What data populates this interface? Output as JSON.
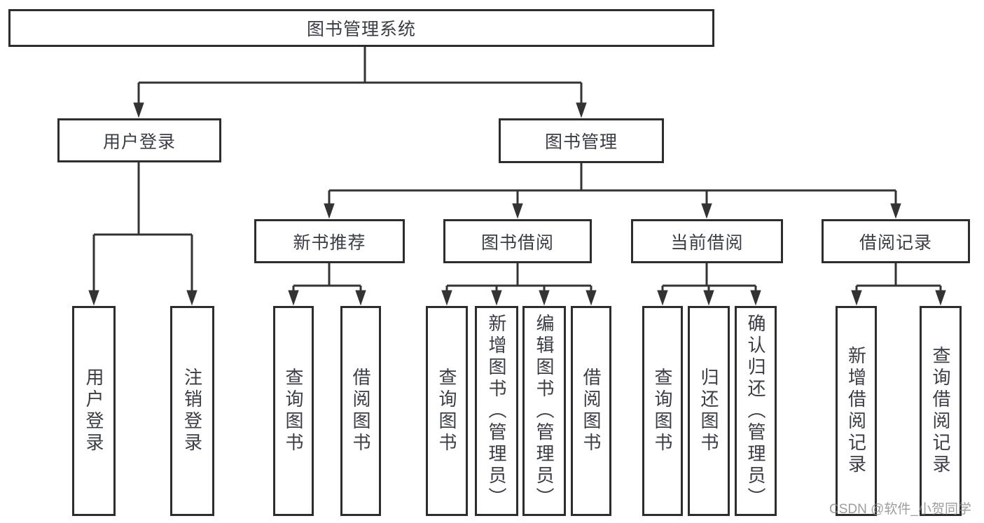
{
  "diagram": {
    "root": {
      "label": "图书管理系统"
    },
    "branches": [
      {
        "label": "用户登录",
        "children": [
          {
            "label": "用户登录"
          },
          {
            "label": "注销登录"
          }
        ]
      },
      {
        "label": "图书管理",
        "children": [
          {
            "label": "新书推荐",
            "children": [
              {
                "label": "查询图书"
              },
              {
                "label": "借阅图书"
              }
            ]
          },
          {
            "label": "图书借阅",
            "children": [
              {
                "label": "查询图书"
              },
              {
                "label": "新增图书（管理员）"
              },
              {
                "label": "编辑图书（管理员）"
              },
              {
                "label": "借阅图书"
              }
            ]
          },
          {
            "label": "当前借阅",
            "children": [
              {
                "label": "查询图书"
              },
              {
                "label": "归还图书"
              },
              {
                "label": "确认归还（管理员）"
              }
            ]
          },
          {
            "label": "借阅记录",
            "children": [
              {
                "label": "新增借阅记录"
              },
              {
                "label": "查询借阅记录"
              }
            ]
          }
        ]
      }
    ]
  },
  "colors": {
    "line": "#333333",
    "border": "#2d2d2d",
    "text": "#3a3d45",
    "watermark": "#888888"
  },
  "watermark": {
    "text": "CSDN @软件_小贺同学"
  }
}
